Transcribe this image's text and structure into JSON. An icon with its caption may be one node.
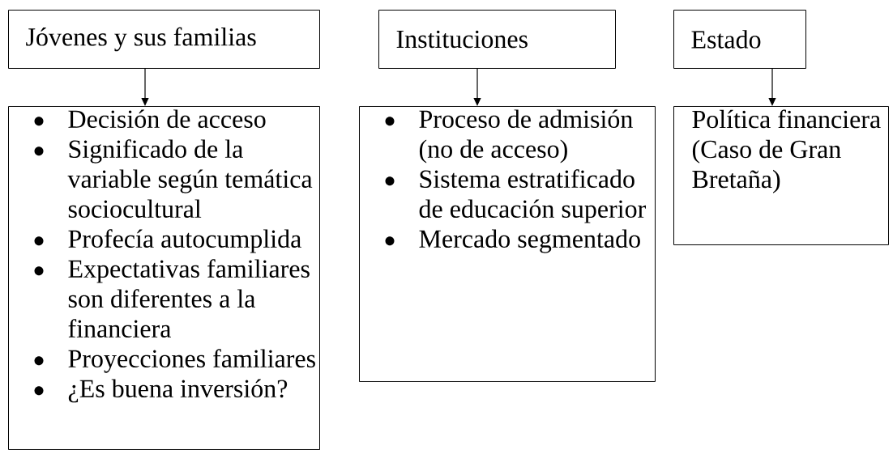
{
  "diagram": {
    "nodes": [
      {
        "text": [
          "Jóvenes y sus familias"
        ]
      },
      {
        "text": [
          "Instituciones"
        ]
      },
      {
        "text": [
          "Estado"
        ]
      },
      {
        "text": [
          "Decisión de acceso",
          "Significado de la variable según temática sociocultural",
          "Profecía autocumplida",
          "Expectativas familiares son diferentes a la financiera",
          "Proyecciones familiares",
          "¿Es buena inversión?"
        ]
      },
      {
        "text": [
          "Proceso de admisión (no de acceso)",
          "Sistema estratificado de educación superior",
          "Mercado segmentado"
        ]
      },
      {
        "text": [
          "Política financiera (Caso de Gran Bretaña)"
        ]
      }
    ],
    "edges": [
      {
        "from": 0,
        "to": 3,
        "arrow": "to"
      },
      {
        "from": 1,
        "to": 4,
        "arrow": "to"
      },
      {
        "from": 2,
        "to": 5,
        "arrow": "to"
      }
    ]
  }
}
